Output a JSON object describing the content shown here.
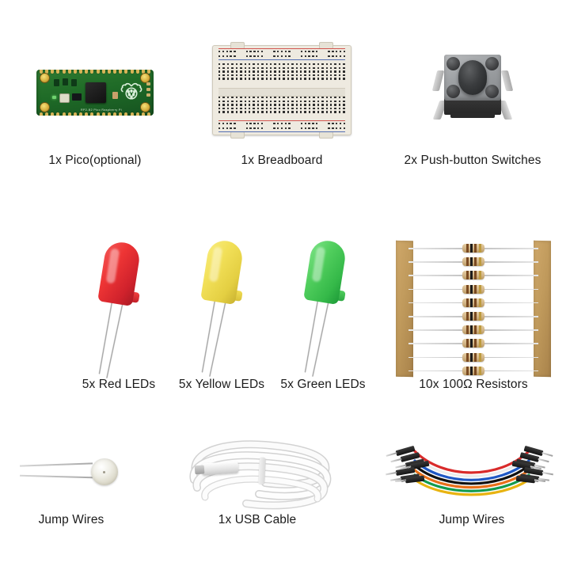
{
  "page": {
    "background_color": "#ffffff",
    "title": "Electronics Starter Kit Parts List",
    "columns": 3,
    "rows": 3
  },
  "items": [
    {
      "id": "pico",
      "label": "1x Pico(optional)",
      "quantity": "1x",
      "name": "Pico(optional)",
      "icon": "raspberry-pi-pico-board",
      "colors": {
        "pcb": "#1f6b27",
        "pads": "#d7b558",
        "chip": "#1a1a1a",
        "mount_hole": "#d4ab3a",
        "usb": "#9aa0a6"
      },
      "silkscreen": "RP2-B2  Pico  Raspberry Pi"
    },
    {
      "id": "breadboard",
      "label": "1x Breadboard",
      "quantity": "1x",
      "name": "Breadboard",
      "icon": "solderless-breadboard",
      "colors": {
        "body": "#eeeae0",
        "positive_rail_line": "#d2544f",
        "negative_rail_line": "#5570b4",
        "hole": "#2b2b2b"
      },
      "tie_points": "400",
      "rail_groups": 5,
      "field_rows": 10,
      "field_columns": 30
    },
    {
      "id": "push-button-switches",
      "label": "2x Push-button Switches",
      "quantity": "2x",
      "name": "Push-button Switches",
      "icon": "tactile-push-button-switch",
      "colors": {
        "body": "#9fa2a5",
        "cap": "#303234",
        "base": "#2f2f2f",
        "legs": "#c4c4c4"
      },
      "legs": 4
    },
    {
      "id": "red-leds",
      "label": "5x Red LEDs",
      "quantity": "5x",
      "name": "Red LEDs",
      "icon": "led-5mm",
      "colors": {
        "dome": "#ef3b3b",
        "dome_dark": "#c51f28",
        "flange": "#e23a3a",
        "leads": "#b9b9b9"
      }
    },
    {
      "id": "yellow-leds",
      "label": "5x Yellow LEDs",
      "quantity": "5x",
      "name": "Yellow LEDs",
      "icon": "led-5mm",
      "colors": {
        "dome": "#f2e058",
        "dome_dark": "#dfc93a",
        "flange": "#ecd94e",
        "leads": "#b9b9b9"
      }
    },
    {
      "id": "green-leds",
      "label": "5x Green LEDs",
      "quantity": "5x",
      "name": "Green LEDs",
      "icon": "led-5mm",
      "colors": {
        "dome": "#52cf5e",
        "dome_dark": "#2fae45",
        "flange": "#49c456",
        "leads": "#b9b9b9"
      }
    },
    {
      "id": "resistors",
      "label": "10x 100Ω Resistors",
      "quantity": "10x",
      "name": "100Ω Resistors",
      "resistance": "100Ω",
      "icon": "resistor-tape-strip",
      "count": 10,
      "colors": {
        "tape": "#c09a5c",
        "body": "#cfb183",
        "band_1": "#7a4a22",
        "band_2": "#1c1c1c",
        "band_3": "#7a4a22",
        "band_4": "#bd9a3e",
        "leads": "#d0d0d0"
      }
    },
    {
      "id": "jump-wires-single",
      "label": "Jump Wires",
      "quantity": "",
      "name": "Jump Wires",
      "icon": "photoresistor-ldr",
      "colors": {
        "head": "#e9e7dc",
        "leads": "#c2c2c2"
      }
    },
    {
      "id": "usb-cable",
      "label": "1x USB Cable",
      "quantity": "1x",
      "name": "USB Cable",
      "icon": "coiled-usb-cable",
      "colors": {
        "cable": "#f3f3f3",
        "cable_shadow": "#cfcfcf",
        "connector": "#e6e6e6"
      }
    },
    {
      "id": "jump-wires-bundle",
      "label": "Jump Wires",
      "quantity": "",
      "name": "Jump Wires",
      "icon": "jumper-wire-bundle",
      "wire_colors": [
        "#d92b2b",
        "#f0f0f0",
        "#1f58c4",
        "#111111",
        "#e8701a",
        "#149b4e",
        "#e8b311"
      ],
      "connector_color": "#1d1d1d",
      "pin_color": "#c9c9c9",
      "count": 7
    }
  ]
}
